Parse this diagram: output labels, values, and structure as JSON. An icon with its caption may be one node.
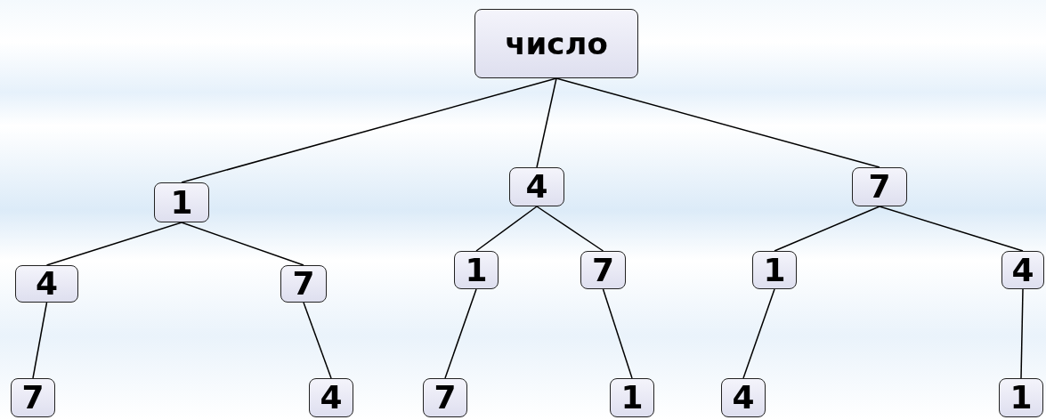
{
  "diagram": {
    "nodes": [
      {
        "text": [
          "число"
        ]
      },
      {
        "text": [
          "1"
        ]
      },
      {
        "text": [
          "4"
        ]
      },
      {
        "text": [
          "7"
        ]
      },
      {
        "text": [
          "4"
        ]
      },
      {
        "text": [
          "7"
        ]
      },
      {
        "text": [
          "1"
        ]
      },
      {
        "text": [
          "7"
        ]
      },
      {
        "text": [
          "1"
        ]
      },
      {
        "text": [
          "4"
        ]
      },
      {
        "text": [
          "7"
        ]
      },
      {
        "text": [
          "4"
        ]
      },
      {
        "text": [
          "7"
        ]
      },
      {
        "text": [
          "1"
        ]
      },
      {
        "text": [
          "4"
        ]
      },
      {
        "text": [
          "1"
        ]
      }
    ],
    "edges": [
      {
        "from": 0,
        "to": 1,
        "arrow": "none"
      },
      {
        "from": 0,
        "to": 2,
        "arrow": "none"
      },
      {
        "from": 0,
        "to": 3,
        "arrow": "none"
      },
      {
        "from": 1,
        "to": 4,
        "arrow": "none"
      },
      {
        "from": 1,
        "to": 5,
        "arrow": "none"
      },
      {
        "from": 2,
        "to": 6,
        "arrow": "none"
      },
      {
        "from": 2,
        "to": 7,
        "arrow": "none"
      },
      {
        "from": 3,
        "to": 8,
        "arrow": "none"
      },
      {
        "from": 3,
        "to": 9,
        "arrow": "none"
      },
      {
        "from": 4,
        "to": 10,
        "arrow": "none"
      },
      {
        "from": 5,
        "to": 11,
        "arrow": "none"
      },
      {
        "from": 6,
        "to": 12,
        "arrow": "none"
      },
      {
        "from": 7,
        "to": 13,
        "arrow": "none"
      },
      {
        "from": 8,
        "to": 14,
        "arrow": "none"
      },
      {
        "from": 9,
        "to": 15,
        "arrow": "none"
      }
    ]
  }
}
